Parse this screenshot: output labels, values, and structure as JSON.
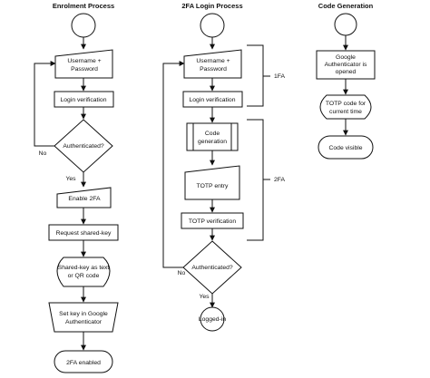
{
  "titles": {
    "enrolment": "Enrolment Process",
    "login": "2FA Login Process",
    "codegen": "Code Generation"
  },
  "enrolment": {
    "credentials": [
      "Username +",
      "Password"
    ],
    "login_verification": "Login verification",
    "authenticated": "Authenticated?",
    "no": "No",
    "yes": "Yes",
    "enable_2fa": "Enable 2FA",
    "request_key": "Request shared-key",
    "shared_key_display": [
      "Shared-key as text",
      "or QR code"
    ],
    "set_key": [
      "Set key in Google",
      "Authenticator"
    ],
    "enabled": "2FA enabled"
  },
  "login": {
    "credentials": [
      "Username +",
      "Password"
    ],
    "login_verification": "Login verification",
    "code_generation": [
      "Code",
      "generation"
    ],
    "totp_entry": "TOTP entry",
    "totp_verification": "TOTP verification",
    "authenticated": "Authenticated?",
    "no": "No",
    "yes": "Yes",
    "logged_in": "Logged-in",
    "factor1": "1FA",
    "factor2": "2FA"
  },
  "codegen": {
    "opened": [
      "Google",
      "Authenticator is",
      "opened"
    ],
    "totp_code": [
      "TOTP code for",
      "current time"
    ],
    "visible": "Code visible"
  }
}
